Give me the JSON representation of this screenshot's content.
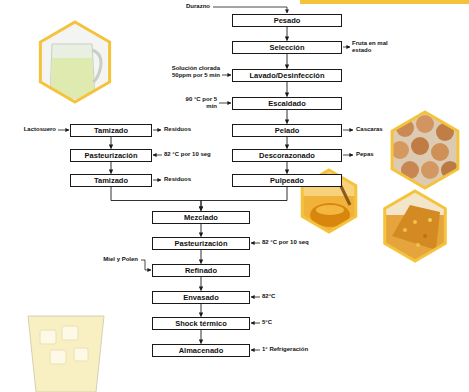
{
  "diagram": {
    "nodes": [
      {
        "text": [
          "Pesado"
        ]
      },
      {
        "text": [
          "Selección"
        ]
      },
      {
        "text": [
          "Lavado/Desinfección"
        ]
      },
      {
        "text": [
          "Escaldado"
        ]
      },
      {
        "text": [
          "Pelado"
        ]
      },
      {
        "text": [
          "Descorazonado"
        ]
      },
      {
        "text": [
          "Pulpeado"
        ]
      },
      {
        "text": [
          "Tamizado"
        ]
      },
      {
        "text": [
          "Pasteurización"
        ]
      },
      {
        "text": [
          "Tamizado"
        ]
      },
      {
        "text": [
          "Mezclado"
        ]
      },
      {
        "text": [
          "Pasteurización"
        ]
      },
      {
        "text": [
          "Refinado"
        ]
      },
      {
        "text": [
          "Envasado"
        ]
      },
      {
        "text": [
          "Shock térmico"
        ]
      },
      {
        "text": [
          "Almacenado"
        ]
      }
    ],
    "edges": [
      {
        "from": 0,
        "to": 1,
        "arrow": "to"
      },
      {
        "from": 1,
        "to": 2,
        "arrow": "to"
      },
      {
        "from": 2,
        "to": 3,
        "arrow": "to"
      },
      {
        "from": 3,
        "to": 4,
        "arrow": "to"
      },
      {
        "from": 4,
        "to": 5,
        "arrow": "to"
      },
      {
        "from": 5,
        "to": 6,
        "arrow": "to"
      },
      {
        "from": 7,
        "to": 8,
        "arrow": "to"
      },
      {
        "from": 8,
        "to": 9,
        "arrow": "to"
      },
      {
        "from": 9,
        "to": 10,
        "arrow": "to"
      },
      {
        "from": 6,
        "to": 10,
        "arrow": "to"
      },
      {
        "from": 10,
        "to": 11,
        "arrow": "to"
      },
      {
        "from": 11,
        "to": 12,
        "arrow": "to"
      },
      {
        "from": 12,
        "to": 13,
        "arrow": "to"
      },
      {
        "from": 13,
        "to": 14,
        "arrow": "to"
      },
      {
        "from": 14,
        "to": 15,
        "arrow": "to"
      }
    ],
    "labels": [
      "Durazno",
      "Fruta en mal estado",
      "Solución clorada 50ppm por 5 min",
      "90 °C por 5 min",
      "Cascaras",
      "Pepas",
      "Lactosuero",
      "Residuos",
      "82 °C por 10 seg",
      "Residuos",
      "82 °C por 10 seq",
      "Miel y Polen",
      "82°C",
      "5°C",
      "1° Refrigeración"
    ]
  }
}
